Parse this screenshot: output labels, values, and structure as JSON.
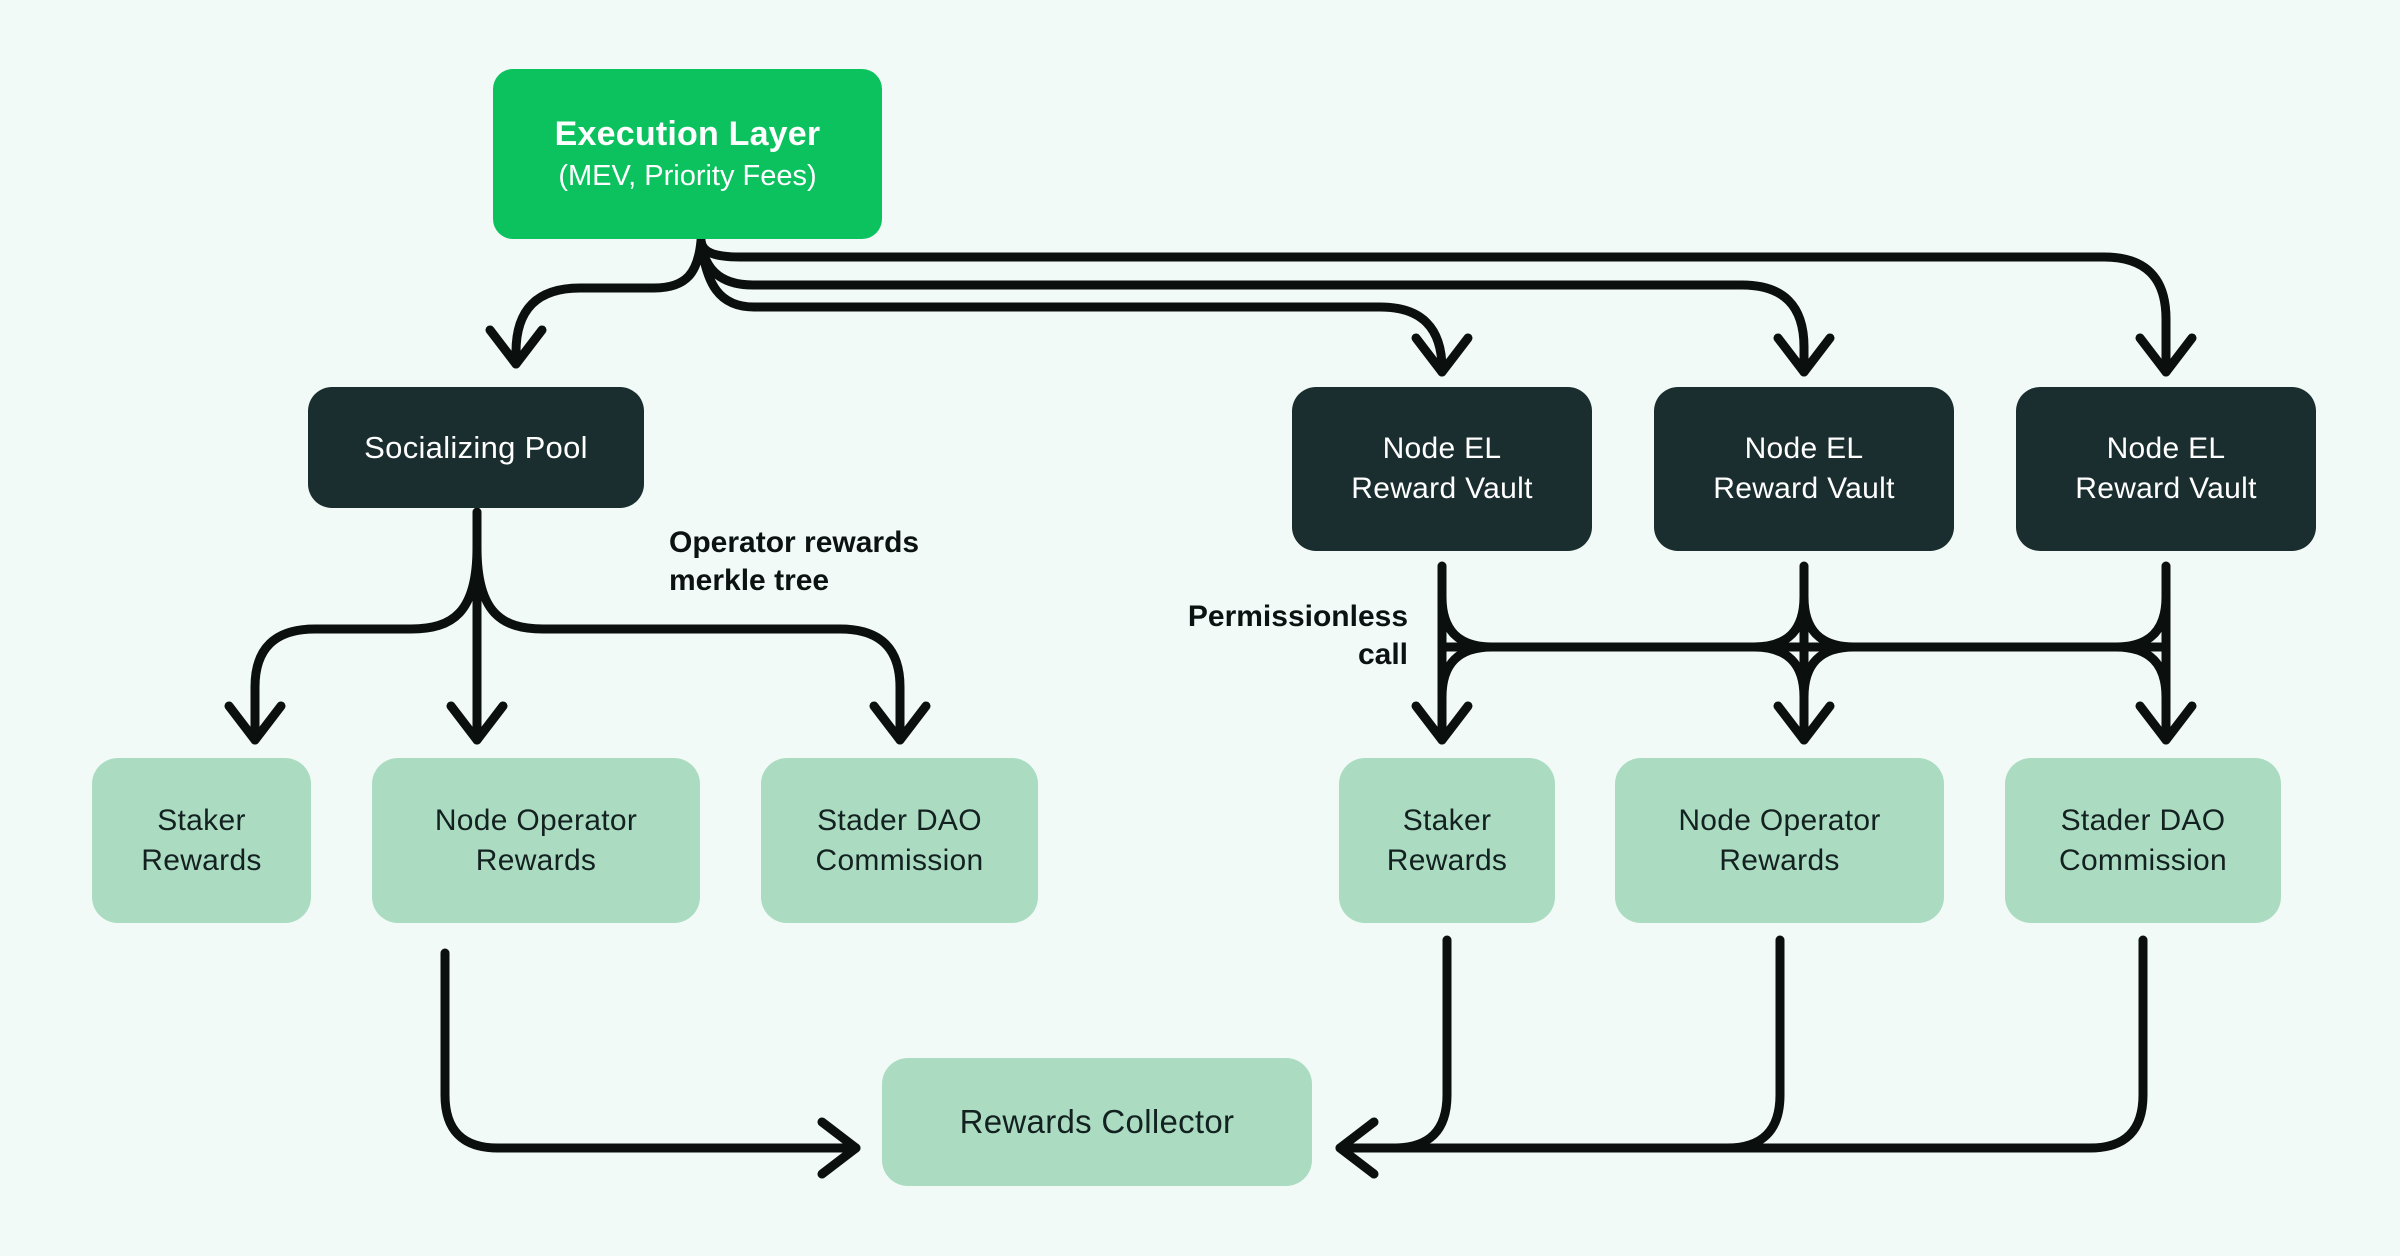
{
  "colors": {
    "background": "#f1faf6",
    "accent_green": "#0cc25f",
    "dark_node": "#1b2e2f",
    "light_node": "#abdcc2",
    "arrow": "#0b100f",
    "dark_node_text": "#ffffff",
    "light_node_text": "#132120"
  },
  "nodes": {
    "execution_layer": {
      "title": "Execution Layer",
      "subtitle": "(MEV, Priority Fees)"
    },
    "socializing_pool": {
      "label": "Socializing Pool"
    },
    "node_el_vaults": [
      {
        "line1": "Node EL",
        "line2": "Reward Vault"
      },
      {
        "line1": "Node EL",
        "line2": "Reward Vault"
      },
      {
        "line1": "Node EL",
        "line2": "Reward Vault"
      }
    ],
    "socializing_outputs": [
      {
        "line1": "Staker",
        "line2": "Rewards"
      },
      {
        "line1": "Node Operator",
        "line2": "Rewards"
      },
      {
        "line1": "Stader DAO",
        "line2": "Commission"
      }
    ],
    "vault_outputs": [
      {
        "line1": "Staker",
        "line2": "Rewards"
      },
      {
        "line1": "Node Operator",
        "line2": "Rewards"
      },
      {
        "line1": "Stader DAO",
        "line2": "Commission"
      }
    ],
    "rewards_collector": {
      "label": "Rewards Collector"
    }
  },
  "annotations": {
    "operator_rewards_merkle_tree": {
      "line1": "Operator rewards",
      "line2": "merkle tree"
    },
    "permissionless_call": {
      "line1": "Permissionless",
      "line2": "call"
    }
  }
}
